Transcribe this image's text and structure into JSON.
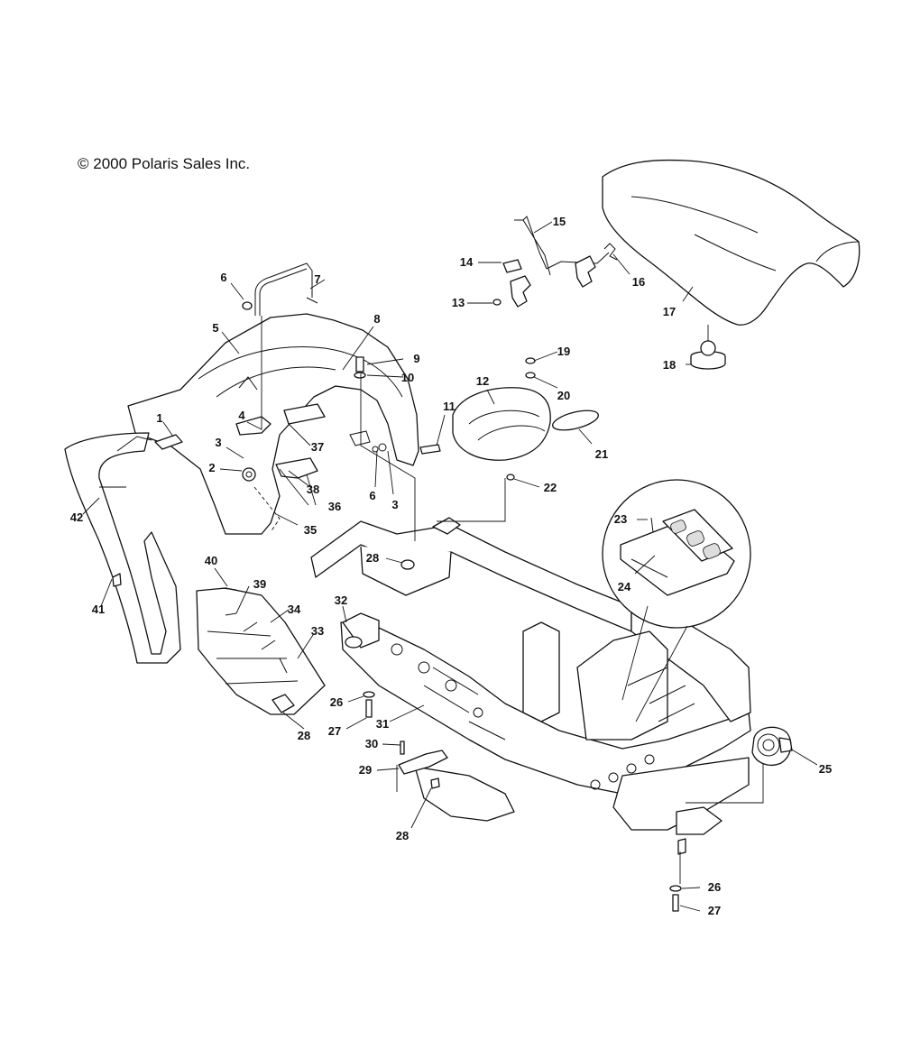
{
  "copyright": "© 2000 Polaris Sales Inc.",
  "callouts": [
    "1",
    "2",
    "3",
    "4",
    "5",
    "6",
    "7",
    "8",
    "9",
    "10",
    "11",
    "12",
    "13",
    "14",
    "15",
    "16",
    "17",
    "18",
    "19",
    "20",
    "21",
    "22",
    "23",
    "24",
    "25",
    "26",
    "27",
    "28",
    "29",
    "30",
    "31",
    "32",
    "33",
    "34",
    "35",
    "36",
    "37",
    "38",
    "39",
    "40",
    "41",
    "42"
  ]
}
